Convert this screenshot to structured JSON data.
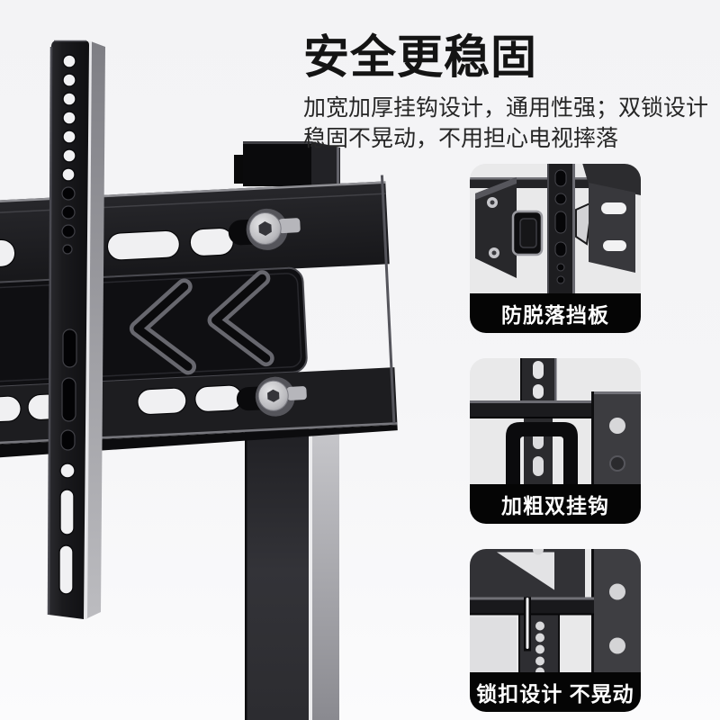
{
  "header": {
    "title": "安全更稳固",
    "description_line1": "加宽加厚挂钩设计，通用性强；双锁设计",
    "description_line2": "稳固不晃动，不用担心电视摔落"
  },
  "features": [
    {
      "id": "anti-drop-baffle",
      "label": "防脱落挡板"
    },
    {
      "id": "thick-double-hooks",
      "label": "加粗双挂钩"
    },
    {
      "id": "lock-buckle-design",
      "label": "锁扣设计 不晃动"
    }
  ],
  "colors": {
    "page_bg_top": "#f3f3f5",
    "page_bg_bottom": "#fbfbfc",
    "title_text": "#141414",
    "body_text": "#262626",
    "card_background": "#e9e9ea",
    "label_bar": "#050505",
    "label_text": "#ffffff",
    "metal_dark": "#121214",
    "metal_mid": "#2e2e31",
    "metal_light": "#b4b4b8",
    "bolt_silver": "#c9c9cd"
  }
}
